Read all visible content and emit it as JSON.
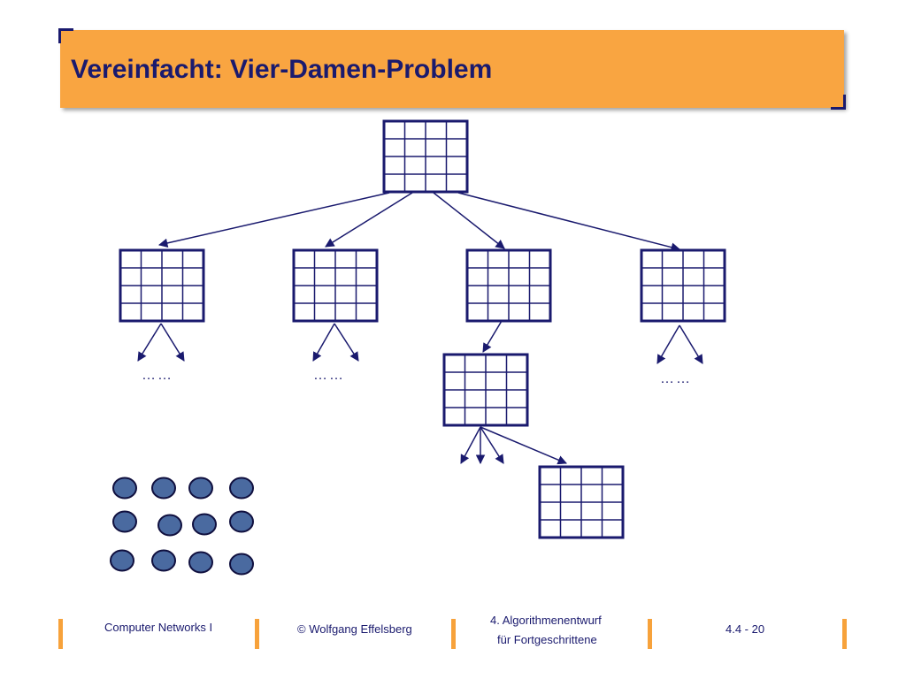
{
  "slide": {
    "title": "Vereinfacht: Vier-Damen-Problem"
  },
  "diagram": {
    "ellipsis": "……",
    "board_size": 4,
    "queen_count": 12
  },
  "footer": {
    "course": "Computer Networks I",
    "author": "© Wolfgang Effelsberg",
    "chapter_line1": "4. Algorithmenentwurf",
    "chapter_line2": "für Fortgeschrittene",
    "page": "4.4 - 20"
  },
  "colors": {
    "title_bg": "#f9a541",
    "title_text": "#1a1a6e",
    "grid": "#1a1a6e",
    "queen_fill": "#4a6aa0",
    "footer_bar": "#f7a23b"
  }
}
